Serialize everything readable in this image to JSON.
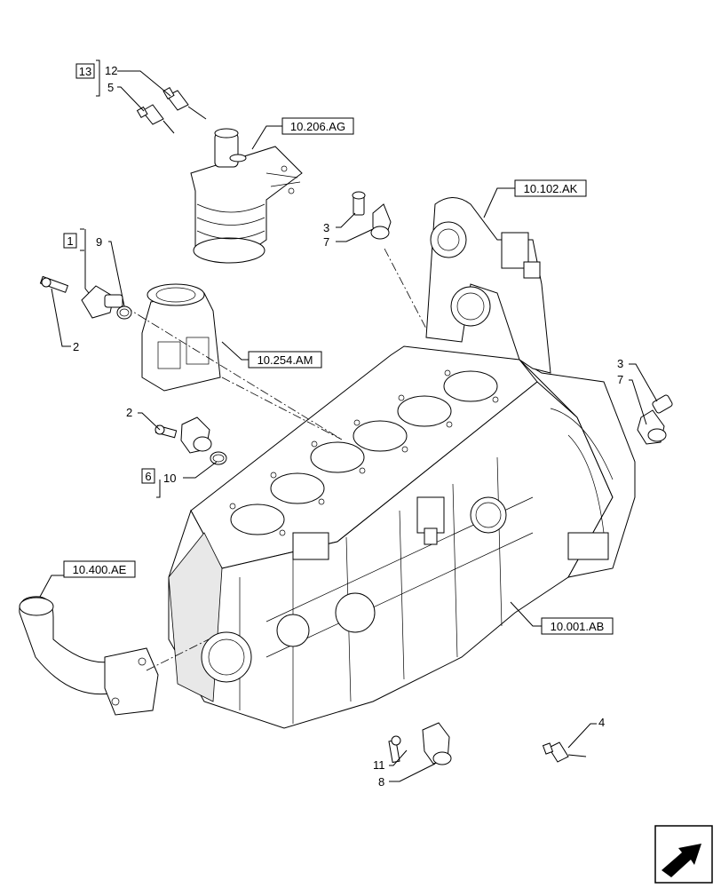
{
  "references": {
    "ref_10206AG": "10.206.AG",
    "ref_10102AK": "10.102.AK",
    "ref_10254AM": "10.254.AM",
    "ref_10400AE": "10.400.AE",
    "ref_10001AB": "10.001.AB"
  },
  "groups": {
    "g13": "13",
    "g1": "1",
    "g6": "6"
  },
  "callouts": {
    "c12": "12",
    "c5_top": "5",
    "c9": "9",
    "c2_left": "2",
    "c3_upper": "3",
    "c7_upper": "7",
    "c3_right": "3",
    "c7_right": "7",
    "c2_mid": "2",
    "c10": "10",
    "c4": "4",
    "c11": "11",
    "c8": "8"
  },
  "icons": {
    "nav_arrow": "next-page-arrow-icon"
  }
}
